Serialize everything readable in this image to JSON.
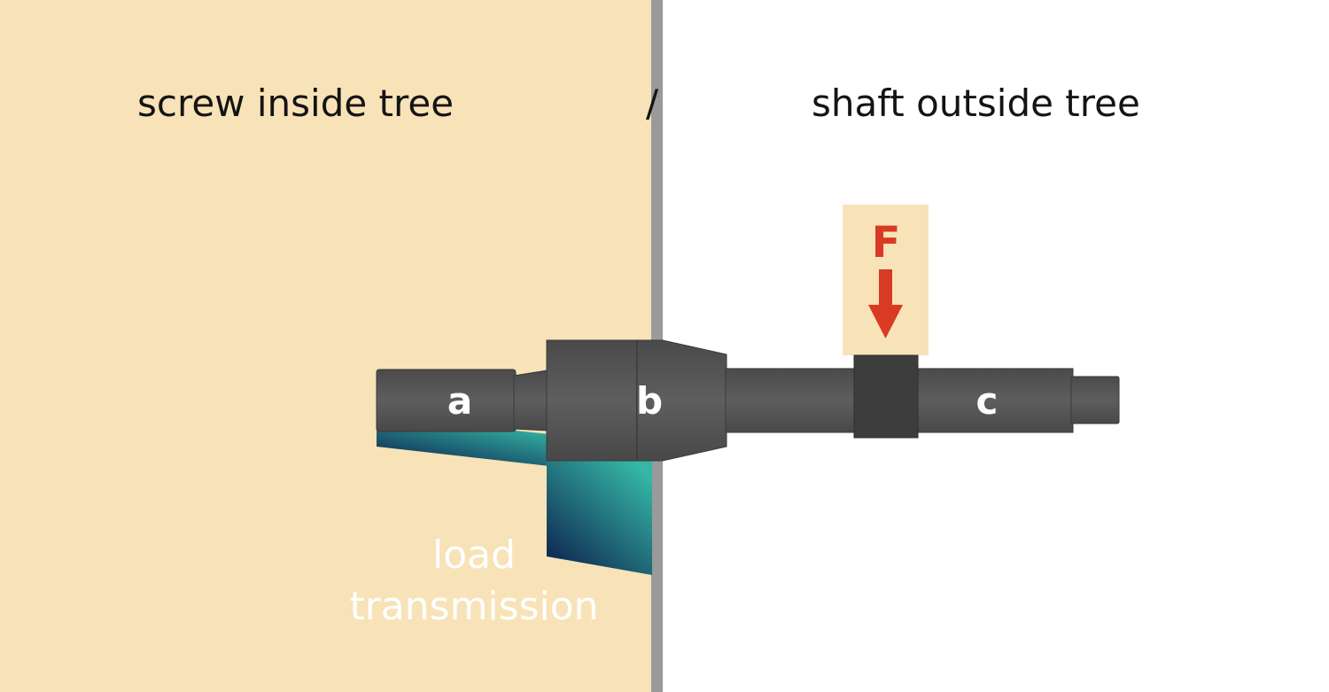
{
  "headings": {
    "left": "screw inside tree",
    "separator": "/",
    "right": "shaft outside tree"
  },
  "segments": {
    "a": "a",
    "b": "b",
    "c": "c"
  },
  "force": {
    "label": "F",
    "icon": "arrow-down-icon",
    "color": "#d93a24"
  },
  "load": {
    "line1": "load",
    "line2": "transmission"
  },
  "colors": {
    "tree": "#f7e3b7",
    "divider": "#9a9a9a",
    "shaft": "#555555",
    "load_gradient_light": "#33b3a3",
    "load_gradient_dark": "#0b1a4a"
  }
}
